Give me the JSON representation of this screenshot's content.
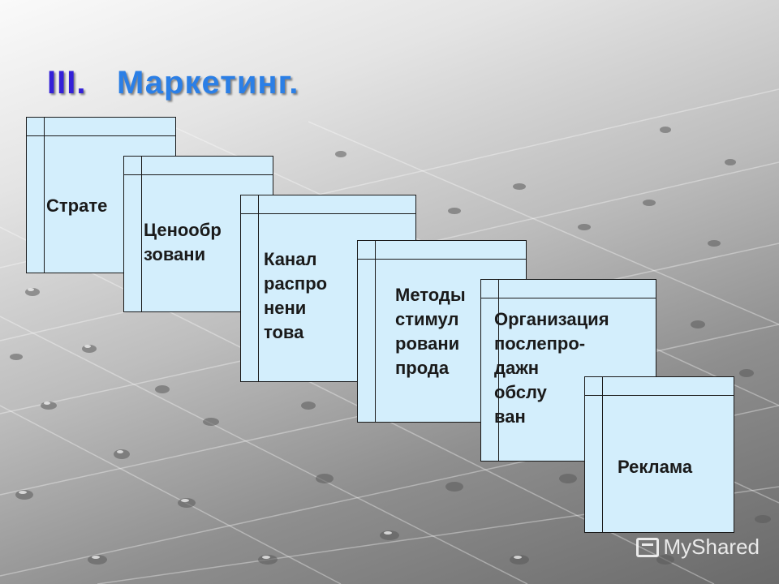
{
  "title": {
    "number": "III.",
    "text": "Маркетинг."
  },
  "cards": [
    {
      "id": "strategy",
      "label": "Страте"
    },
    {
      "id": "pricing",
      "label": "Ценообр\nзовани"
    },
    {
      "id": "channels",
      "label": "Канал\nраспро\nнени\nтова"
    },
    {
      "id": "stimulation",
      "label": "Методы\nстимул\nровани\nпрода"
    },
    {
      "id": "service",
      "label": "Организация\nпослепро-\nдажн\nобслу\nван"
    },
    {
      "id": "advertising",
      "label": "Реклама"
    }
  ],
  "watermark": {
    "text": "MyShared"
  },
  "colors": {
    "card_fill": "#d3eefc",
    "title_number": "#3320d8",
    "title_text": "#2b7fe6"
  }
}
